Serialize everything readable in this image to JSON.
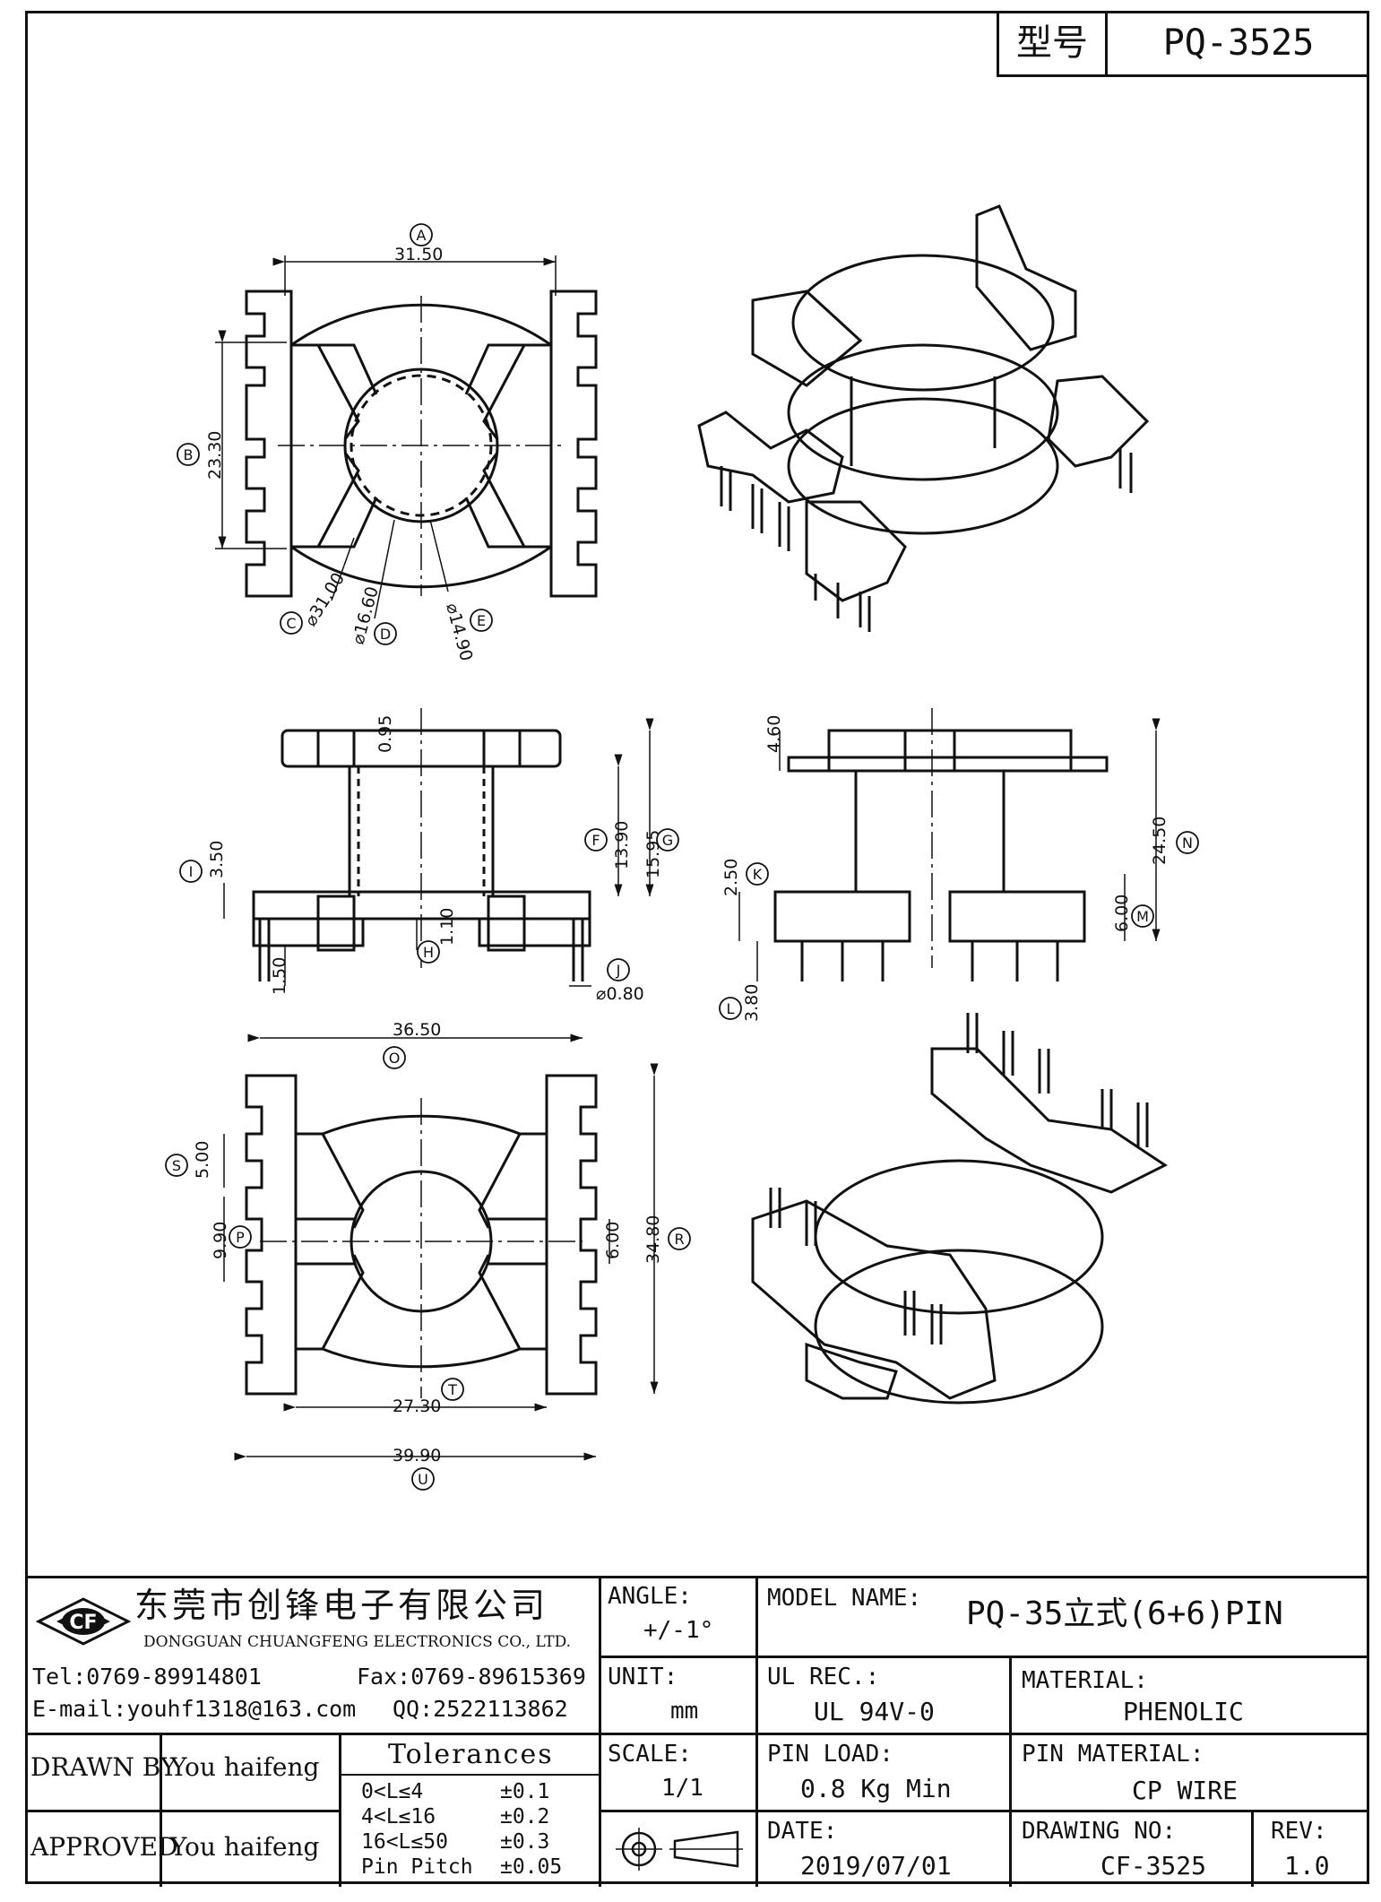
{
  "model_box": {
    "label": "型号",
    "value": "PQ-3525"
  },
  "views": {
    "top": {
      "dims": [
        {
          "code": "A",
          "value": "31.50"
        },
        {
          "code": "B",
          "value": "23.30"
        },
        {
          "code": "C",
          "value": "⌀31.00"
        },
        {
          "code": "D",
          "value": "⌀16.60"
        },
        {
          "code": "E",
          "value": "⌀14.90"
        }
      ]
    },
    "front": {
      "dims": [
        {
          "code": "",
          "value": "0.95"
        },
        {
          "code": "I",
          "value": "3.50"
        },
        {
          "code": "F",
          "value": "13.90"
        },
        {
          "code": "G",
          "value": "15.95"
        },
        {
          "code": "H",
          "value": "1.10"
        },
        {
          "code": "",
          "value": "1.50"
        },
        {
          "code": "J",
          "value": "⌀0.80"
        }
      ]
    },
    "side": {
      "dims": [
        {
          "code": "",
          "value": "4.60"
        },
        {
          "code": "N",
          "value": "24.50"
        },
        {
          "code": "K",
          "value": "2.50"
        },
        {
          "code": "M",
          "value": "6.00"
        },
        {
          "code": "L",
          "value": "3.80"
        }
      ]
    },
    "bottom": {
      "dims": [
        {
          "code": "O",
          "value": "36.50"
        },
        {
          "code": "S",
          "value": "5.00"
        },
        {
          "code": "P",
          "value": "9.90"
        },
        {
          "code": "",
          "value": "6.00"
        },
        {
          "code": "R",
          "value": "34.80"
        },
        {
          "code": "T",
          "value": "27.30"
        },
        {
          "code": "U",
          "value": "39.90"
        }
      ]
    }
  },
  "title_block": {
    "logo_text": "CF",
    "company_cn": "东莞市创锋电子有限公司",
    "company_en": "DONGGUAN CHUANGFENG ELECTRONICS CO., LTD.",
    "tel": "Tel:0769-89914801",
    "fax": "Fax:0769-89615369",
    "email": "E-mail:youhf1318@163.com",
    "qq": "QQ:2522113862",
    "drawn_by_label": "DRAWN BY",
    "drawn_by": "You haifeng",
    "approved_label": "APPROVED",
    "approved_by": "You haifeng",
    "tolerances_title": "Tolerances",
    "tolerances": [
      {
        "range": "0<L≤4",
        "tol": "±0.1"
      },
      {
        "range": "4<L≤16",
        "tol": "±0.2"
      },
      {
        "range": "16<L≤50",
        "tol": "±0.3"
      },
      {
        "range": "Pin Pitch",
        "tol": "±0.05"
      }
    ],
    "angle_label": "ANGLE:",
    "angle_value": "+/-1°",
    "unit_label": "UNIT:",
    "unit_value": "mm",
    "scale_label": "SCALE:",
    "scale_value": "1/1",
    "model_name_label": "MODEL NAME:",
    "model_name": "PQ-35立式(6+6)PIN",
    "ul_label": "UL REC.:",
    "ul_value": "UL 94V-0",
    "material_label": "MATERIAL:",
    "material_value": "PHENOLIC",
    "pin_load_label": "PIN LOAD:",
    "pin_load_value": "0.8 Kg Min",
    "pin_material_label": "PIN MATERIAL:",
    "pin_material_value": "CP WIRE",
    "date_label": "DATE:",
    "date_value": "2019/07/01",
    "drawing_no_label": "DRAWING NO:",
    "drawing_no": "CF-3525",
    "rev_label": "REV:",
    "rev_value": "1.0"
  }
}
